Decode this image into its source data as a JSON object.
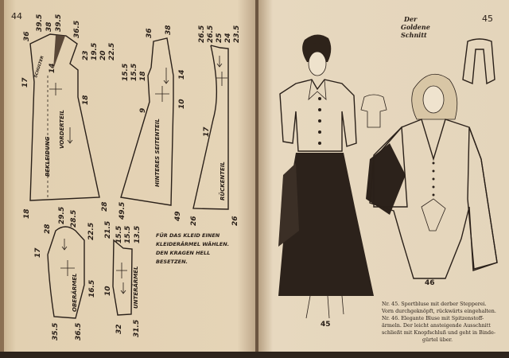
{
  "left_page": {
    "page_number": "44",
    "pieces": {
      "front": {
        "label": "VORDERTEIL",
        "facing": "BEKLEIDUNG",
        "shoulder": "SCHULTER",
        "measures": [
          "36",
          "39.5",
          "38",
          "39.5",
          "36.5",
          "14",
          "23",
          "19.5",
          "20",
          "22.5",
          "18",
          "17",
          "18",
          "28"
        ]
      },
      "back_side": {
        "label": "HINTERES SEITENTEIL",
        "measures": [
          "36",
          "38",
          "15.5",
          "15.5",
          "18",
          "14",
          "9",
          "10",
          "49.5",
          "49"
        ]
      },
      "back": {
        "label": "RÜCKENTEIL",
        "measures": [
          "26.5",
          "26.5",
          "25",
          "24",
          "23.5",
          "17",
          "26",
          "26"
        ]
      },
      "upper_sleeve": {
        "label": "OBERÄRMEL",
        "measures": [
          "28",
          "29.5",
          "28.5",
          "22.5",
          "17",
          "16.5",
          "35.5",
          "36.5"
        ]
      },
      "under_sleeve": {
        "label": "UNTERÄRMEL",
        "measures": [
          "21.5",
          "15.5",
          "15.5",
          "13.5",
          "10",
          "32",
          "31.5"
        ]
      }
    },
    "note": [
      "FÜR DAS KLEID EINEN",
      "KLEIDERÄRMEL WÄHLEN.",
      "DEN KRAGEN HELL",
      "BESETZEN."
    ]
  },
  "right_page": {
    "page_number": "45",
    "logo": [
      "Der",
      "Goldene",
      "Schnitt"
    ],
    "figure_labels": [
      "45",
      "46"
    ],
    "caption": [
      "Nr. 45. Sportbluse mit derber Stepperei.",
      "Vorn durchgeknöpft, rückwärts eingehalten.",
      "Nr. 46. Elegante Bluse mit Spitzenstoff-",
      "ärmeln. Der leicht ansteigende Ausschnitt",
      "schließt mit Knopfschluß und geht in Binde-",
      "gürtel über."
    ]
  },
  "colors": {
    "paper_left": "#e3d2b4",
    "paper_right": "#e9dbc2",
    "ink": "#2a2019",
    "spine": "#6b5540"
  }
}
